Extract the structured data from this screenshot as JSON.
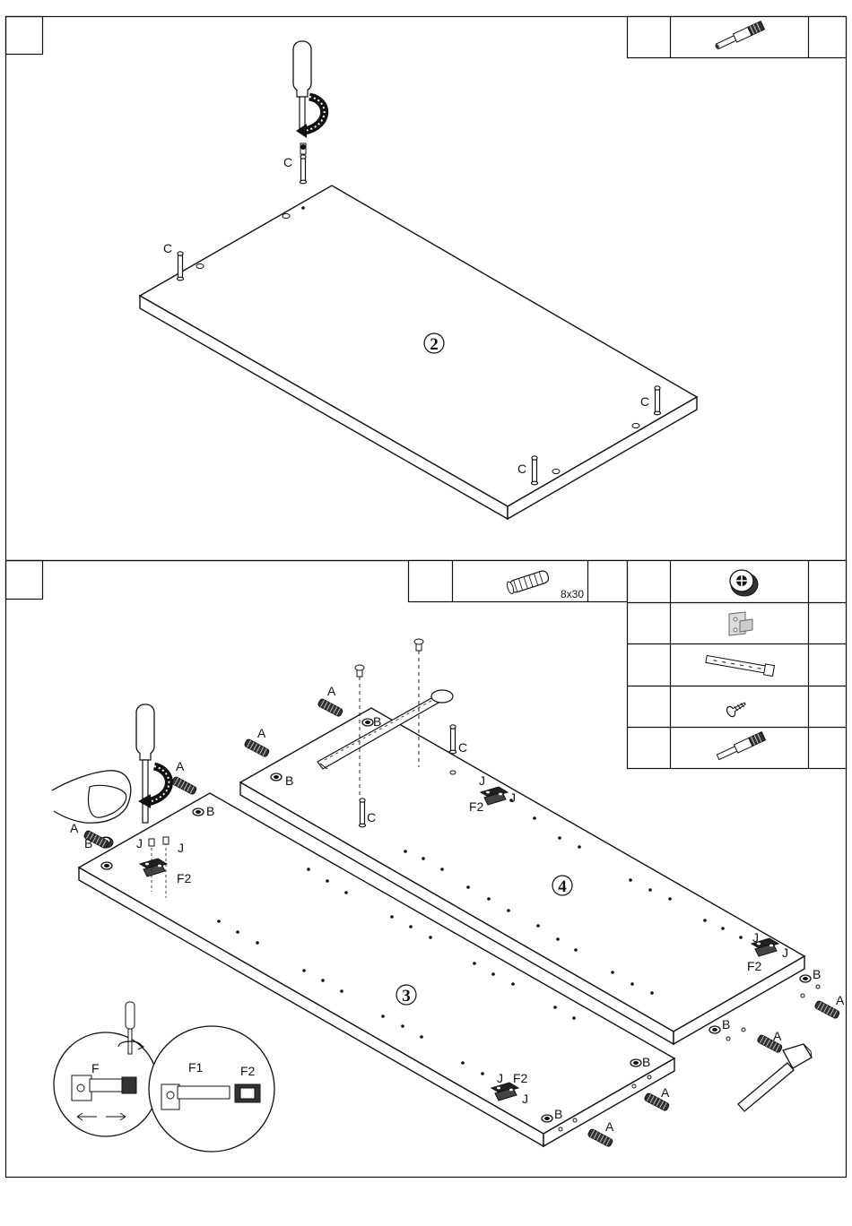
{
  "step1": {
    "panel_number": "2",
    "cam_pin_labels": [
      "C",
      "C",
      "C",
      "C"
    ],
    "parts_list": [
      {
        "part": "cam-bolt",
        "qty": ""
      }
    ]
  },
  "step2": {
    "panel_left_number": "3",
    "panel_right_number": "4",
    "dowel_size": "8x30",
    "labels": {
      "a": "A",
      "b": "B",
      "c": "C",
      "j": "J",
      "f": "F",
      "f1": "F1",
      "f2": "F2"
    },
    "parts_list": [
      {
        "part": "wood-dowel",
        "qty": ""
      },
      {
        "part": "cam-lock",
        "qty": ""
      },
      {
        "part": "hinge-mount-plate",
        "qty": ""
      },
      {
        "part": "drawer-slide-rail",
        "qty": ""
      },
      {
        "part": "screw",
        "qty": ""
      },
      {
        "part": "cam-bolt",
        "qty": ""
      }
    ]
  }
}
